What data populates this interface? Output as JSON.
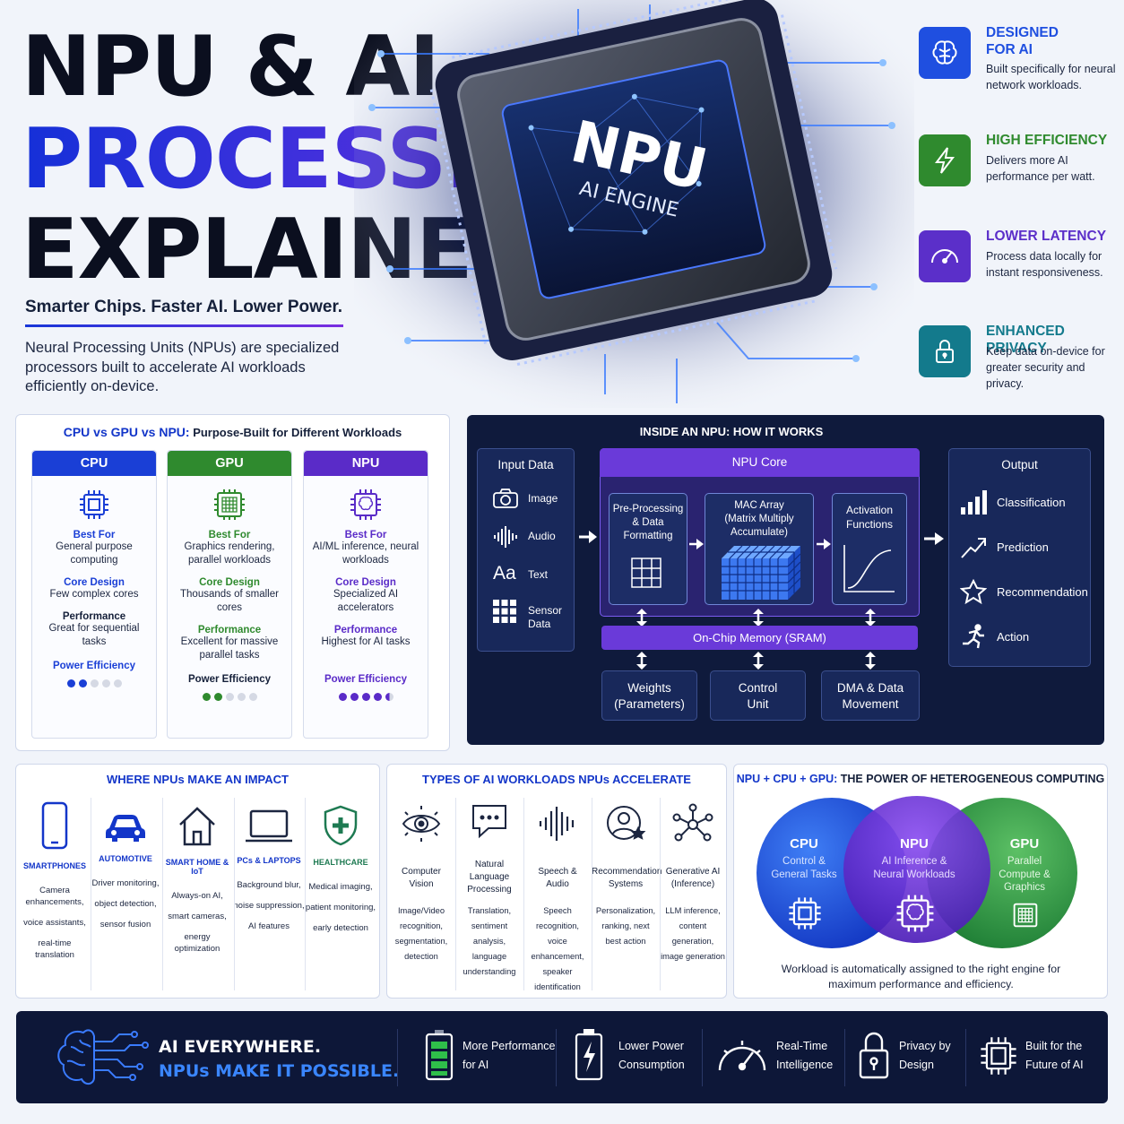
{
  "hero": {
    "title_line1": "NPU & AI",
    "title_line2": "PROCESSING",
    "title_line3": "EXPLAINED",
    "tagline": "Smarter Chips. Faster AI. Lower Power.",
    "intro": "Neural Processing Units (NPUs) are specialized processors built to accelerate AI workloads efficiently on-device.",
    "chip_label": "NPU",
    "chip_sublabel": "AI ENGINE"
  },
  "features": [
    {
      "title": "DESIGNED\nFOR AI",
      "desc": "Built specifically for neural network workloads.",
      "color": "#1f4fe0",
      "icon": "brain-icon"
    },
    {
      "title": "HIGH EFFICIENCY",
      "desc": "Delivers more AI performance per watt.",
      "color": "#2f8a2e",
      "icon": "lightning-icon"
    },
    {
      "title": "LOWER LATENCY",
      "desc": "Process data locally for instant responsiveness.",
      "color": "#5b2fc9",
      "icon": "speedometer-icon"
    },
    {
      "title": "ENHANCED PRIVACY",
      "desc": "Keep data on-device for greater security and privacy.",
      "color": "#137a8c",
      "icon": "lock-icon"
    }
  ],
  "comparison": {
    "title_strong": "CPU vs GPU vs NPU:",
    "title_rest": "Purpose-Built for Different Workloads",
    "columns": [
      {
        "name": "CPU",
        "color": "#1a3fd6",
        "best_label": "Best For",
        "best": "General purpose computing",
        "core_label": "Core Design",
        "core": "Few complex cores",
        "perf_label": "Performance",
        "perf": "Great for sequential tasks",
        "eff_label": "Power Efficiency",
        "efficiency": 2
      },
      {
        "name": "GPU",
        "color": "#2f8a2e",
        "best_label": "Best For",
        "best": "Graphics rendering, parallel workloads",
        "core_label": "Core Design",
        "core": "Thousands of smaller cores",
        "perf_label": "Performance",
        "perf": "Excellent for massive parallel tasks",
        "eff_label": "Power Efficiency",
        "efficiency": 2
      },
      {
        "name": "NPU",
        "color": "#5a2bc8",
        "best_label": "Best For",
        "best": "AI/ML inference, neural workloads",
        "core_label": "Core Design",
        "core": "Specialized AI accelerators",
        "perf_label": "Performance",
        "perf": "Highest for AI tasks",
        "eff_label": "Power Efficiency",
        "efficiency": 4.5
      }
    ]
  },
  "inside": {
    "title": "INSIDE AN NPU: HOW IT WORKS",
    "input_title": "Input Data",
    "inputs": [
      "Image",
      "Audio",
      "Text",
      "Sensor\nData"
    ],
    "text_icon_glyph": "Aa",
    "core_title": "NPU Core",
    "stages": [
      "Pre-Processing\n& Data\nFormatting",
      "MAC Array\n(Matrix Multiply\nAccumulate)",
      "Activation\nFunctions"
    ],
    "memory": "On-Chip Memory (SRAM)",
    "bottom": [
      "Weights\n(Parameters)",
      "Control\nUnit",
      "DMA & Data\nMovement"
    ],
    "output_title": "Output",
    "outputs": [
      "Classification",
      "Prediction",
      "Recommendation",
      "Action"
    ]
  },
  "impact": {
    "title": "WHERE NPUs MAKE AN IMPACT",
    "items": [
      {
        "name": "SMARTPHONES",
        "d1": "Camera enhancements,",
        "d2": "voice assistants,",
        "d3": "real-time translation"
      },
      {
        "name": "AUTOMOTIVE",
        "d1": "Driver monitoring,",
        "d2": "object detection,",
        "d3": "sensor fusion"
      },
      {
        "name": "SMART HOME & IoT",
        "d1": "Always-on AI,",
        "d2": "smart cameras,",
        "d3": "energy optimization"
      },
      {
        "name": "PCs & LAPTOPS",
        "d1": "Background blur,",
        "d2": "noise suppression,",
        "d3": "AI features"
      },
      {
        "name": "HEALTHCARE",
        "d1": "Medical imaging,",
        "d2": "patient monitoring,",
        "d3": "early detection"
      }
    ]
  },
  "workloads": {
    "title": "TYPES OF AI WORKLOADS NPUs ACCELERATE",
    "items": [
      {
        "name": "Computer\nVision",
        "desc": "Image/Video\nrecognition,\nsegmentation,\ndetection"
      },
      {
        "name": "Natural\nLanguage\nProcessing",
        "desc": "Translation,\nsentiment analysis,\nlanguage\nunderstanding"
      },
      {
        "name": "Speech &\nAudio",
        "desc": "Speech recognition,\nvoice enhancement,\nspeaker\nidentification"
      },
      {
        "name": "Recommendation\nSystems",
        "desc": "Personalization,\nranking, next\nbest action"
      },
      {
        "name": "Generative AI\n(Inference)",
        "desc": "LLM inference,\ncontent generation,\nimage generation"
      }
    ]
  },
  "hetero": {
    "title_strong": "NPU + CPU + GPU:",
    "title_rest": "THE POWER OF HETEROGENEOUS COMPUTING",
    "cpu_title": "CPU",
    "cpu_desc": "Control &\nGeneral Tasks",
    "npu_title": "NPU",
    "npu_desc": "AI Inference &\nNeural Workloads",
    "gpu_title": "GPU",
    "gpu_desc": "Parallel\nCompute &\nGraphics",
    "caption": "Workload is automatically assigned to the right engine for maximum performance and efficiency."
  },
  "footer": {
    "line1": "AI EVERYWHERE.",
    "line2": "NPUs MAKE IT POSSIBLE.",
    "items": [
      "More Performance\nfor AI",
      "Lower Power\nConsumption",
      "Real-Time\nIntelligence",
      "Privacy by\nDesign",
      "Built for the\nFuture of AI"
    ]
  }
}
